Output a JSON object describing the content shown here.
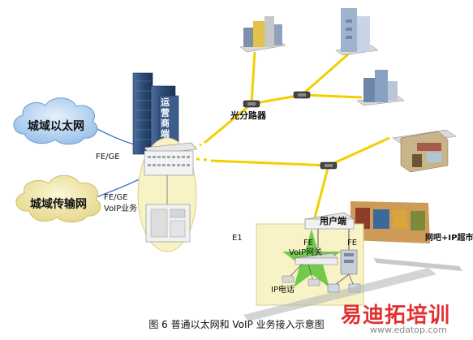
{
  "clouds": {
    "metro_ethernet": "城域以太网",
    "metro_transport": "城域传输网"
  },
  "tower_label": "运营商端局",
  "link_labels": {
    "fe_ge_top": "FE/GE",
    "fe_ge_bottom": "FE/GE",
    "voip_service": "VoIP业务",
    "e1": "E1",
    "fe_left": "FE",
    "fe_right": "FE"
  },
  "devices": {
    "optical_splitter": "光分路器",
    "user_end": "用户端",
    "voip_gateway": "VoIP网关",
    "ip_phone": "IP电话",
    "cafe_market": "网吧+IP超市"
  },
  "caption": "图 6  普通以太网和 VoIP 业务接入示意图",
  "watermark": {
    "brand": "易迪拓培训",
    "url": "www.edatop.com"
  },
  "colors": {
    "cloud_blue": "#bcd6f2",
    "cloud_yellow": "#f4ecb4",
    "fiber": "#f2d000",
    "user_zone": "#f7f3c6",
    "star": "#5bc236",
    "tower": "#2f4f7a",
    "watermark": "#e02020"
  }
}
